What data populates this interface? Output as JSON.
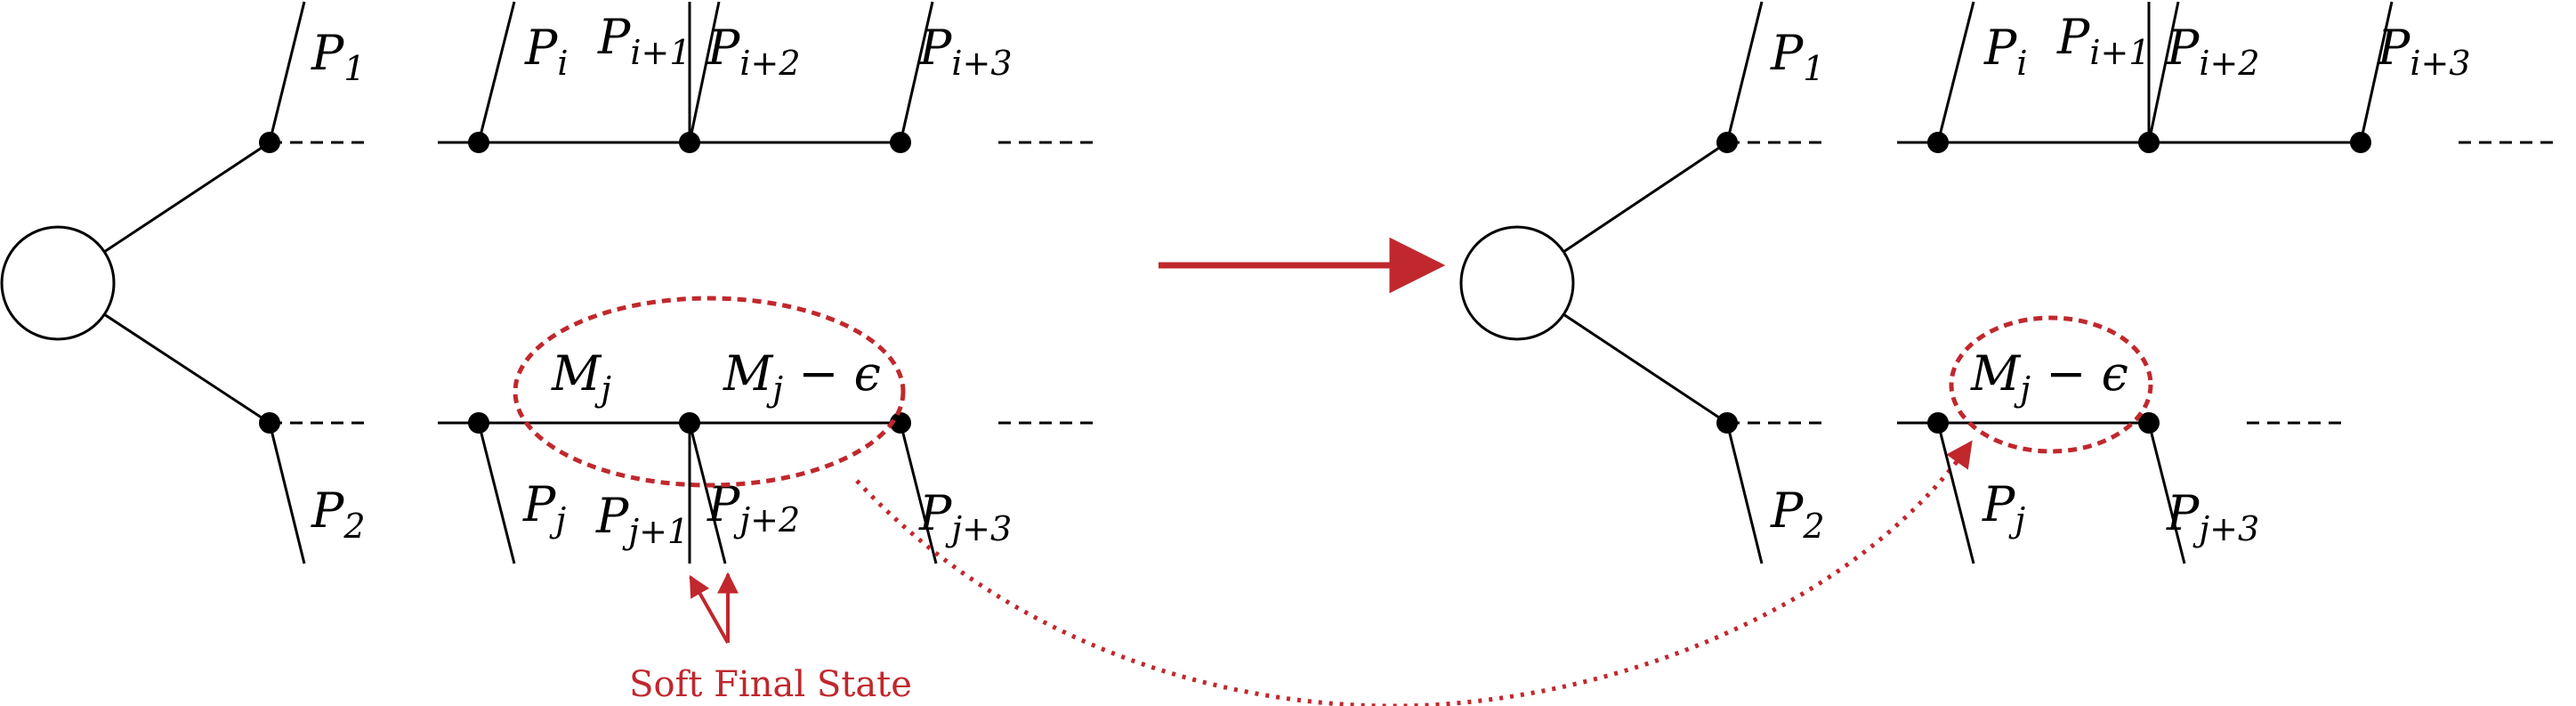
{
  "colors": {
    "ink": "#000000",
    "accent_red": "#c0282d"
  },
  "left_diagram": {
    "top_branch_label": "P",
    "top_branch_sub": "1",
    "bottom_branch_label": "P",
    "bottom_branch_sub": "2",
    "top_chain": [
      {
        "base": "P",
        "sub": "i"
      },
      {
        "base": "P",
        "sub": "i+1"
      },
      {
        "base": "P",
        "sub": "i+2"
      },
      {
        "base": "P",
        "sub": "i+3"
      }
    ],
    "bottom_chain": [
      {
        "base": "P",
        "sub": "j"
      },
      {
        "base": "P",
        "sub": "j+1"
      },
      {
        "base": "P",
        "sub": "j+2"
      },
      {
        "base": "P",
        "sub": "j+3"
      }
    ],
    "mass_labels": [
      {
        "base": "M",
        "sub": "j",
        "suffix": ""
      },
      {
        "base": "M",
        "sub": "j",
        "suffix": " − ϵ"
      }
    ],
    "soft_label": "Soft Final State"
  },
  "right_diagram": {
    "top_branch_label": "P",
    "top_branch_sub": "1",
    "bottom_branch_label": "P",
    "bottom_branch_sub": "2",
    "top_chain": [
      {
        "base": "P",
        "sub": "i"
      },
      {
        "base": "P",
        "sub": "i+1"
      },
      {
        "base": "P",
        "sub": "i+2"
      },
      {
        "base": "P",
        "sub": "i+3"
      }
    ],
    "bottom_chain": [
      {
        "base": "P",
        "sub": "j"
      },
      {
        "base": "P",
        "sub": "j+3"
      }
    ],
    "mass_label": {
      "base": "M",
      "sub": "j",
      "suffix": " − ϵ"
    }
  },
  "icons": {
    "transition_arrow": "right-arrow-icon",
    "mapping_arrow": "curved-dotted-arrow-icon"
  }
}
